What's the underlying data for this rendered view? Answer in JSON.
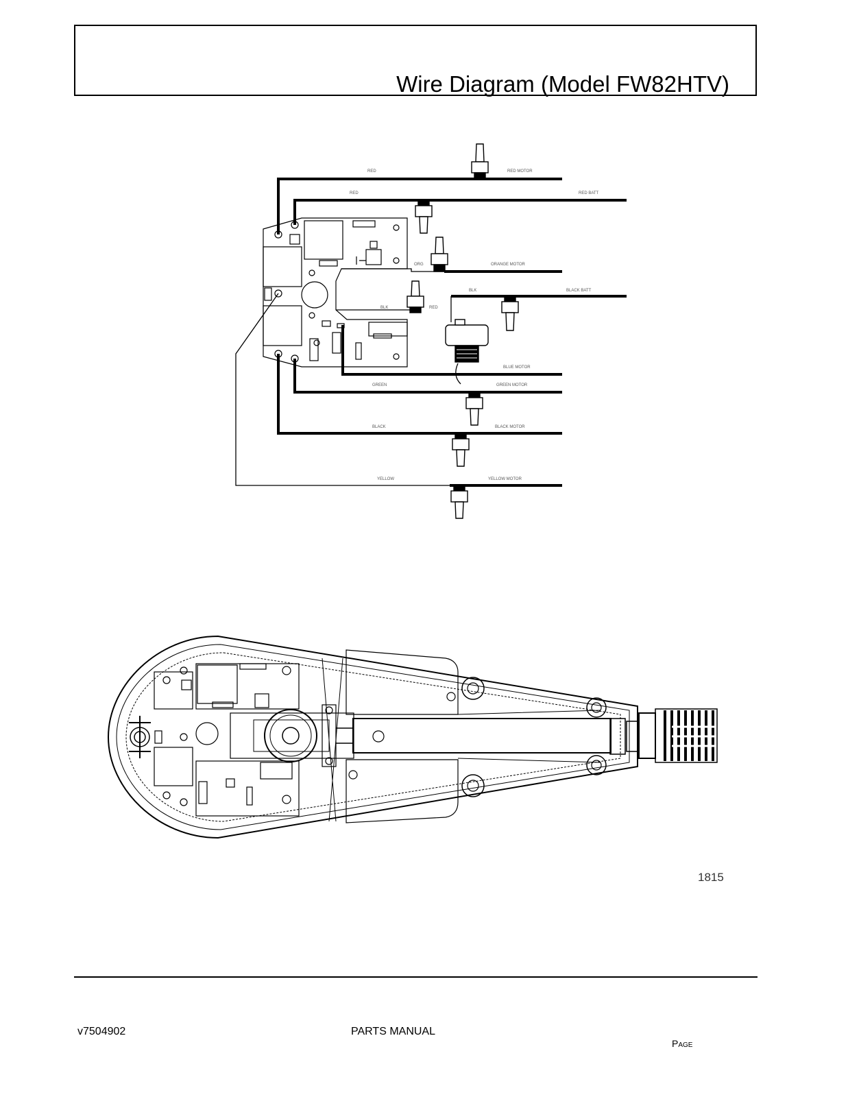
{
  "header": {
    "title": "Wire Diagram (Model FW82HTV)"
  },
  "wires": [
    {
      "left": "RED",
      "right": "RED MOTOR"
    },
    {
      "left": "RED",
      "right": "RED BATT"
    },
    {
      "left": "ORG",
      "right": "ORANGE MOTOR"
    },
    {
      "left": "BLK",
      "right": "BLACK BATT"
    },
    {
      "left": "BLK",
      "right": "RED"
    },
    {
      "left": "",
      "right": "BLUE MOTOR"
    },
    {
      "left": "GREEN",
      "right": "GREEN MOTOR"
    },
    {
      "left": "BLACK",
      "right": "BLACK MOTOR"
    },
    {
      "left": "YELLOW",
      "right": "YELLOW MOTOR"
    }
  ],
  "figure": {
    "number": "1815"
  },
  "footer": {
    "version": "v7504902",
    "manual": "PARTS MANUAL",
    "page_label": "Page"
  }
}
